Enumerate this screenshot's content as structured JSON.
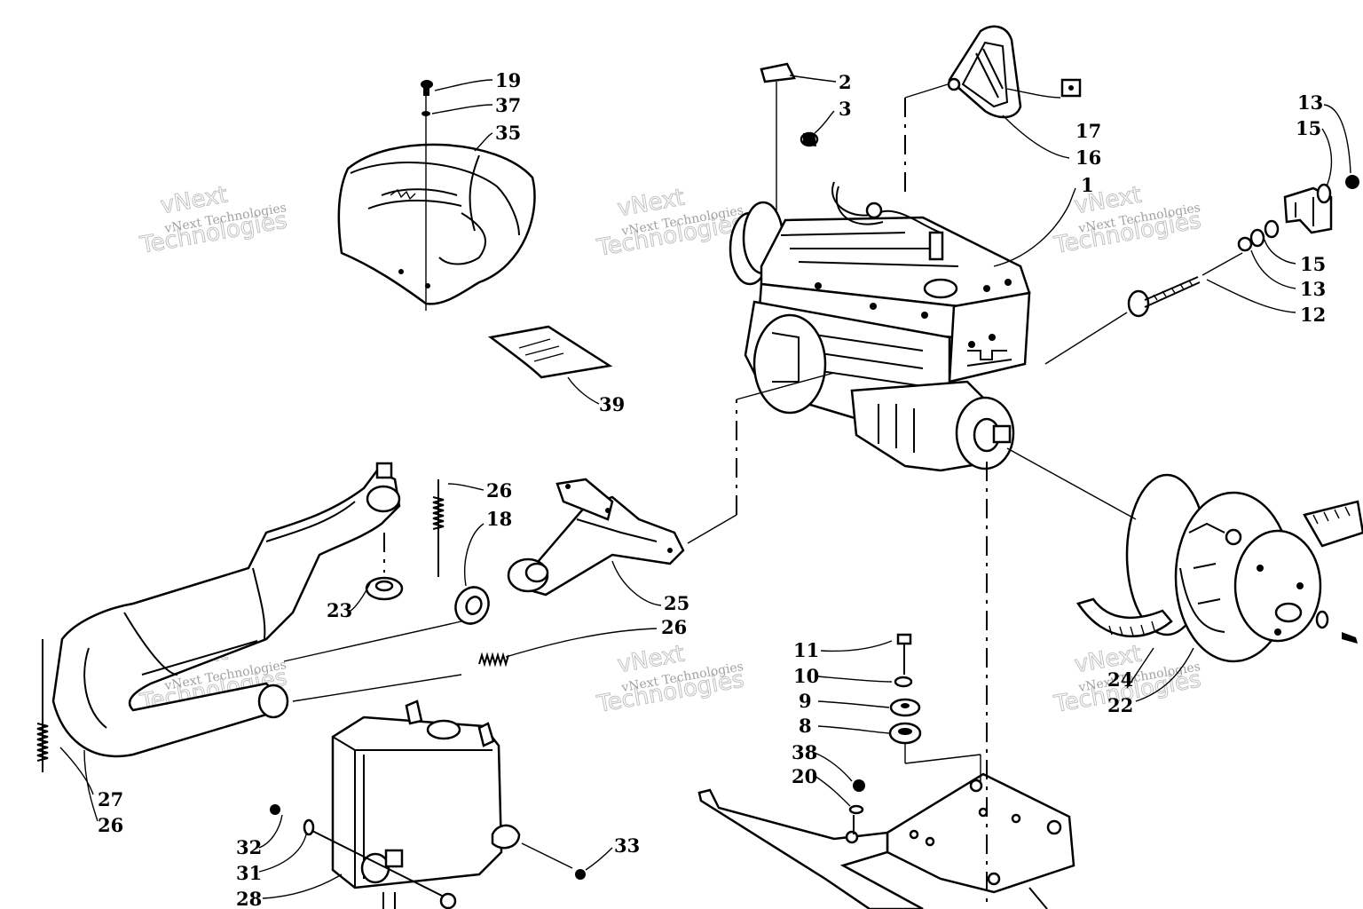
{
  "watermark": {
    "company": "vNext Technologies",
    "brand_top": "vNext",
    "brand_bottom": "Technologies"
  },
  "callouts": {
    "c1": "1",
    "c2": "2",
    "c3": "3",
    "c8": "8",
    "c9": "9",
    "c10": "10",
    "c11": "11",
    "c12": "12",
    "c13a": "13",
    "c13b": "13",
    "c15a": "15",
    "c15b": "15",
    "c16": "16",
    "c17": "17",
    "c18": "18",
    "c19": "19",
    "c20": "20",
    "c22": "22",
    "c23": "23",
    "c24": "24",
    "c25": "25",
    "c26a": "26",
    "c26b": "26",
    "c26c": "26",
    "c27": "27",
    "c28": "28",
    "c31": "31",
    "c32": "32",
    "c33": "33",
    "c35": "35",
    "c37": "37",
    "c38": "38",
    "c39": "39"
  }
}
